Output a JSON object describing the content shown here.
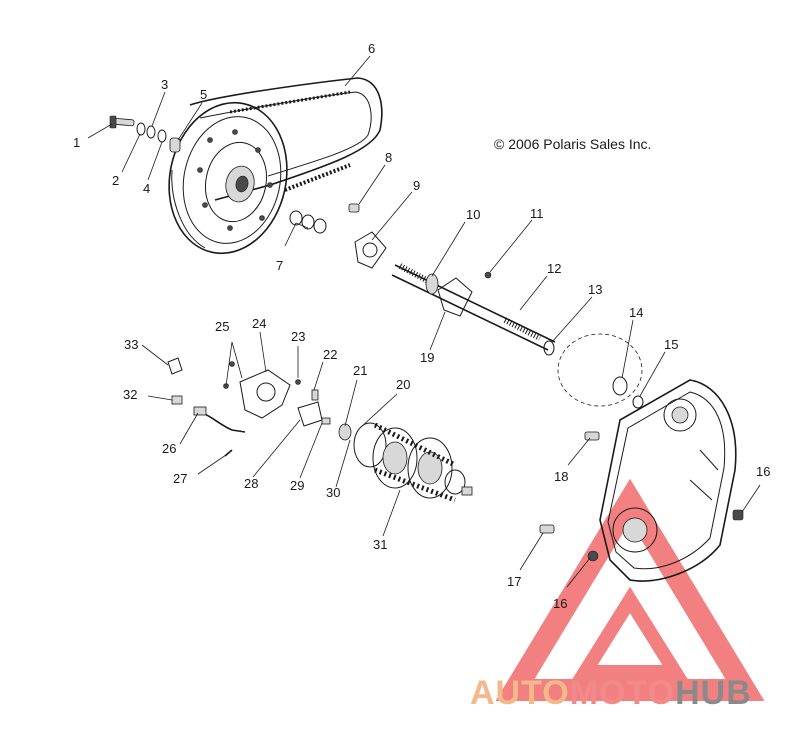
{
  "copyright": "© 2006 Polaris Sales Inc.",
  "watermark": {
    "word_1": "AUTO",
    "word_2": "MOTO",
    "word_3": "HUB",
    "colors": {
      "auto": "#f5b88a",
      "moto": "#f28a8a",
      "hub": "#8a8a8a",
      "triangle": "#f26b6b"
    }
  },
  "callouts": [
    "1",
    "2",
    "3",
    "4",
    "5",
    "6",
    "7",
    "8",
    "9",
    "10",
    "11",
    "12",
    "13",
    "14",
    "15",
    "16",
    "16",
    "17",
    "18",
    "19",
    "20",
    "21",
    "22",
    "23",
    "24",
    "25",
    "26",
    "27",
    "28",
    "29",
    "30",
    "31",
    "32",
    "33"
  ]
}
